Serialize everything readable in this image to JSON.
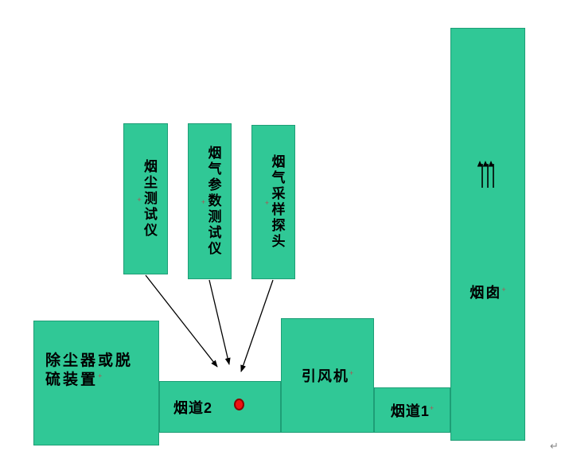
{
  "diagram_title": "flue-gas-sampling-diagram",
  "colors": {
    "box_fill": "#30C896",
    "box_border": "#1E9E76",
    "text": "#000000",
    "arrow": "#000000",
    "dot_fill": "#EE1111",
    "dot_border": "#8B0000",
    "mark": "#B05050",
    "return": "#888888"
  },
  "nodes": {
    "dust_tester": {
      "label": "烟尘测试仪"
    },
    "gas_param_tester": {
      "label": "烟气参数测试仪"
    },
    "gas_sampling_probe": {
      "label": "烟气采样探头"
    },
    "dust_remover": {
      "label": "除尘器或脱硫装置"
    },
    "duct2": {
      "label": "烟道2"
    },
    "fan": {
      "label": "引风机"
    },
    "duct1": {
      "label": "烟道1"
    },
    "chimney": {
      "label": "烟囱"
    }
  },
  "marks": {
    "anchor": "+",
    "return": "↵"
  }
}
